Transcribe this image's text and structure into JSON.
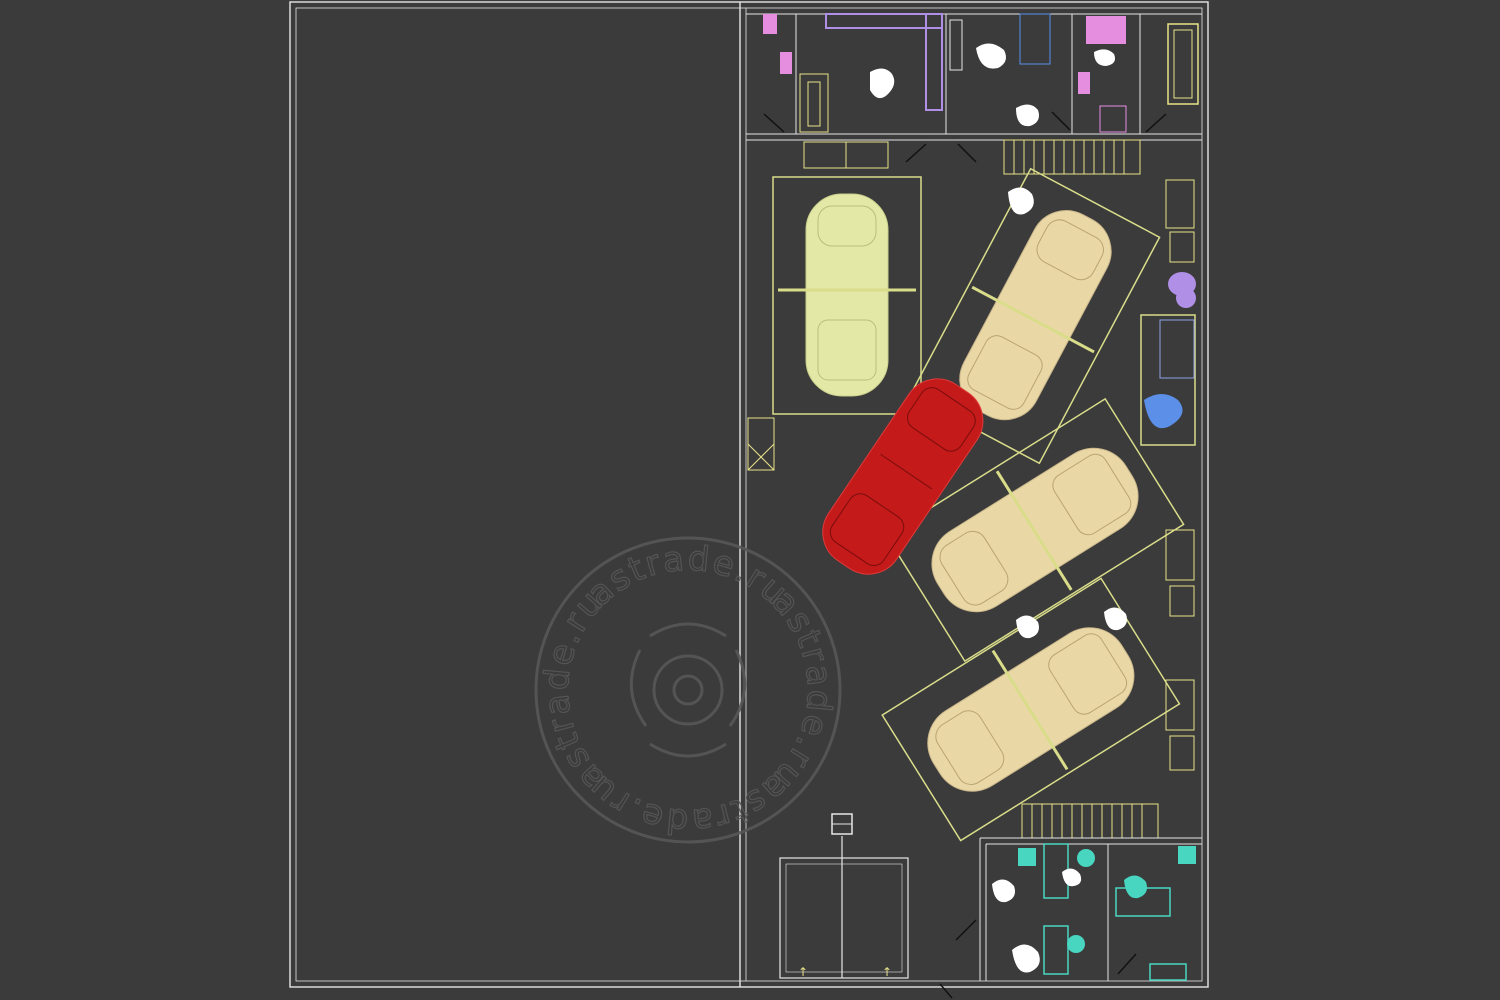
{
  "viewport": {
    "background": "#3b3b3b",
    "line_color": "#e6e6e6"
  },
  "palette": {
    "lift_outline": "#d9dd8a",
    "car_beige": "#ead7a6",
    "car_green": "#e3e8a6",
    "car_red": "#c41a1a",
    "furniture_pink": "#e58ee0",
    "furniture_violet": "#b08fe6",
    "equipment_blue": "#5b8fe8",
    "office_cyan": "#49d6c1",
    "fixture_yellow": "#e7e28a",
    "people_white": "#ffffff",
    "door_arrow": "#000000"
  },
  "watermark": {
    "text_upper": "astrade.ru",
    "text_right": "astrade.ru",
    "text_lower": "astrade.ru",
    "text_left": "astrade.ru",
    "logo_icon": "gear-wheel-icon",
    "color": "#575757"
  },
  "plan_objects": {
    "cars": [
      "car-on-lift-1",
      "car-on-lift-2",
      "car-on-lift-3",
      "car-on-lift-4",
      "car-red-moving"
    ],
    "lifts": [
      "lift-bay-1",
      "lift-bay-2",
      "lift-bay-3",
      "lift-bay-4"
    ],
    "rooms": [
      "room-restroom",
      "room-kitchen",
      "room-office-1",
      "room-storage",
      "room-office-2",
      "room-office-3"
    ]
  }
}
